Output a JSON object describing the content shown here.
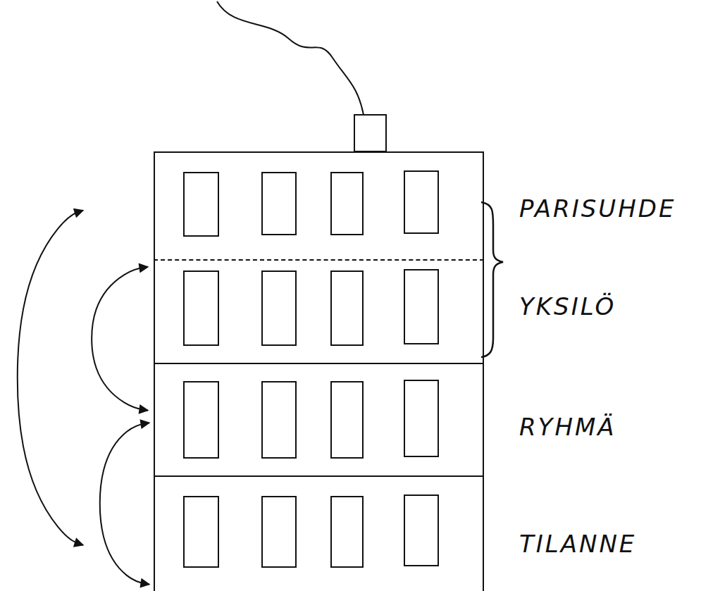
{
  "diagram": {
    "nodes": [
      {
        "text": [
          "PARISUHDE"
        ]
      },
      {
        "text": [
          "YKSILÖ"
        ]
      },
      {
        "text": [
          "RYHMÄ"
        ]
      },
      {
        "text": [
          "TILANNE"
        ]
      }
    ],
    "edges": [
      {
        "from": 0,
        "to": 3,
        "arrow": "both"
      },
      {
        "from": 1,
        "to": 2,
        "arrow": "both"
      },
      {
        "from": 2,
        "to": 3,
        "arrow": "both"
      }
    ]
  }
}
